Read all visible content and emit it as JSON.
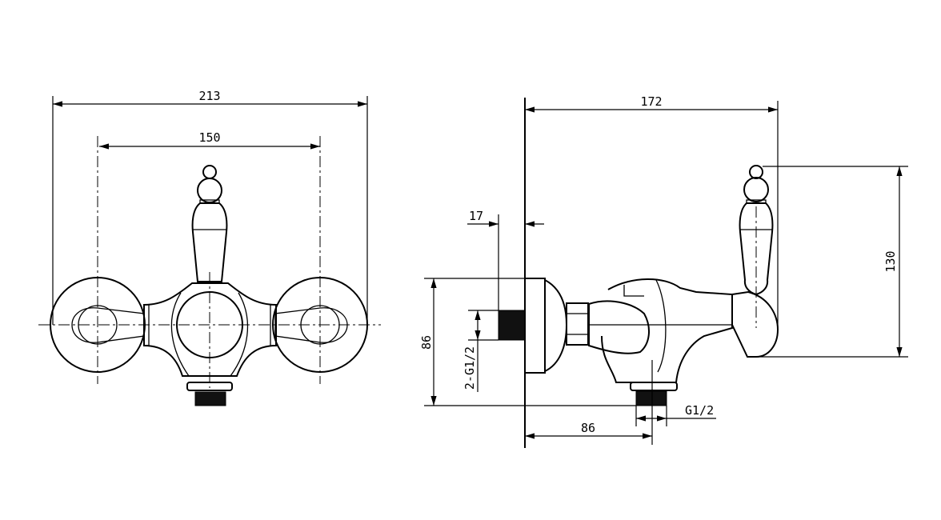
{
  "drawing": {
    "front_view": {
      "overall_width": "213",
      "inlet_spacing": "150"
    },
    "side_view": {
      "overall_depth": "172",
      "wall_offset": "17",
      "inlet_height": "86",
      "inlet_thread": "2-G1/2",
      "handle_height": "130",
      "outlet_offset": "86",
      "outlet_thread": "G1/2"
    },
    "line_color": "#000000",
    "background": "#ffffff"
  }
}
